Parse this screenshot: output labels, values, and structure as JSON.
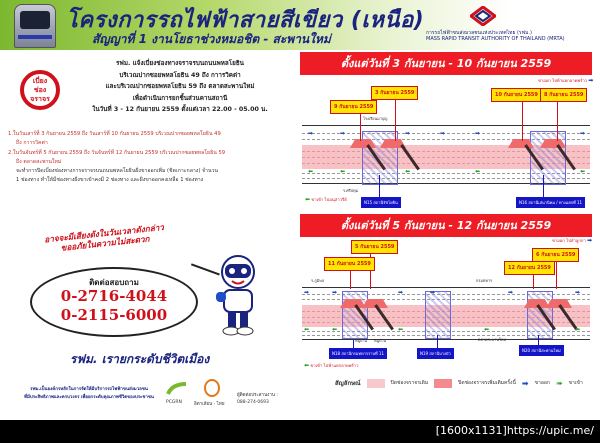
{
  "header": {
    "title": "โครงการรถไฟฟ้าสายสีเขียว (เหนือ)",
    "subtitle": "สัญญาที่ 1 งานโยธาช่วงหมอชิต - สะพานใหม่",
    "org_th": "การรถไฟฟ้าขนส่งมวลชนแห่งประเทศไทย (รฟม.)",
    "org_en": "MASS RAPID TRANSIT AUTHORITY OF THAILAND (MRTA)"
  },
  "notice": {
    "badge_line1": "เบี่ยง",
    "badge_line2": "ช่องจราจร",
    "lines": [
      "รฟม. แจ้งเบี่ยงช่องทางจราจรบนถนนพหลโยธิน",
      "บริเวณปากซอยพหลโยธิน 49 ถึง กาารวิคต่า",
      "และบริเวณปากซอยพหลโยธิน 59 ถึง ตลาดสะพานใหม่",
      "เพื่อดำเนินการยกชิ้นส่วนคานสถานี",
      "ในวันที่ 3 - 12 กันยายน 2559 ตั้งแต่เวลา 22.00 - 05.00 น."
    ]
  },
  "details": {
    "item1_a": "1.ในวันเสาร์ที่ 3 กันยายน 2559 ถึง วันเสาร์ที่ 10 กันยายน 2559  บริเวณปากซอยพหลโยธิน 49",
    "item1_b": "ถึง กาารวิคต่า",
    "item2_a": "2.ในวันจันทร์ที่ 5 กันยายน 2559 ถึง วันจันทร์ที่ 12 กันยายน 2559 บริเวณปากซอยพหลโยธิน 59",
    "item2_b": "ถึง ตลาดสะพานใหม่",
    "desc_a": "จะทำการปิดเบี่ยงช่องทางการจราจรบนถนนพหลโยธินฝั่งขาออกเพิ่ม (ชิดเกาะกลาง) จำนวน",
    "desc_b": "1 ช่องทาง  ทำให้มีช่องทางฝั่งขาเข้าคงมี 2 ช่องทาง และฝั่งขาออกคงเหลือ 1 ช่องทาง"
  },
  "contact": {
    "warning_line1": "อาจจะมีเสียงดังในวันเวลาดังกล่าว",
    "warning_line2": "ขออภัยในความไม่สะดวก",
    "label": "ติดต่อสอบถาม",
    "phone1": "0-2716-4044",
    "phone2": "0-2115-6000"
  },
  "slogan": "รฟม. เรายกระดับชีวิตเมือง",
  "footer": {
    "text_line1": "รฟม.เป็นองค์กรหลักในการจัดให้มีบริการรถไฟฟ้าขนส่งมวลชน",
    "text_line2": "ที่มีประสิทธิภาพและครบวงจร เพื่อยกระดับคุณภาพชีวิตของประชาชน",
    "partner1": "PCGRN",
    "partner2": "อิตาเลียน - ไทย",
    "coordinator_label": "ผู้ติดต่อประสานงาน :",
    "coordinator_phone": "088-274-0693"
  },
  "diagram1": {
    "banner": "ตั้งแต่วันที่ 3 กันยายน - 10 กันยายน 2559",
    "out_direction": "ขาออก ไปห้าแยกลาดพร้าว",
    "in_direction": "ขาเข้า ไปอนุสาวรีย์",
    "dates": [
      "9 กันยายน 2559",
      "3 กันยายน 2559",
      "10 กันยายน 2559",
      "8 กันยายน 2559"
    ],
    "stations": [
      "N15 สถานีรัชโยธิน",
      "N16 สถานีเสนานิคม / ทางแยกที่ 11"
    ],
    "labels": [
      "ร.ศรีปทุม",
      "โรงเรียนมาบุญ"
    ]
  },
  "diagram2": {
    "banner": "ตั้งแต่วันที่ 5 กันยายน - 12 กันยายน 2559",
    "out_direction": "ขาออก ไปลำลูกกา",
    "in_direction": "ขาเข้า ไปห้าแยกลาดพร้าว",
    "dates": [
      "5 กันยายน 2559",
      "11 กันยายน 2559",
      "6 กันยายน 2559",
      "12 กันยายน 2559"
    ],
    "stations": [
      "N18 สถานีกรมทหารราบที่ 11",
      "N19 สถานีบางบัว",
      "N20 สถานีสะพานใหม่"
    ],
    "labels": [
      "ร.ภูมิพล",
      "หมู่บ้าน",
      "หมู่บ้าน",
      "กรมทหาร",
      "ตลาดสะพานใหม่",
      "หลุมจอด"
    ]
  },
  "legend": {
    "heading": "สัญลักษณ์",
    "item1": "ปิดช่องจราจรเดิม",
    "item2": "ปิดช่องจราจรเพิ่มเติมครั้งนี้",
    "item3": "ขาออก",
    "item4": "ขาเข้า",
    "color1": "#f7c9cc",
    "color2": "#f28a8f"
  },
  "watermark": "[1600x1131]https://upic.me/"
}
